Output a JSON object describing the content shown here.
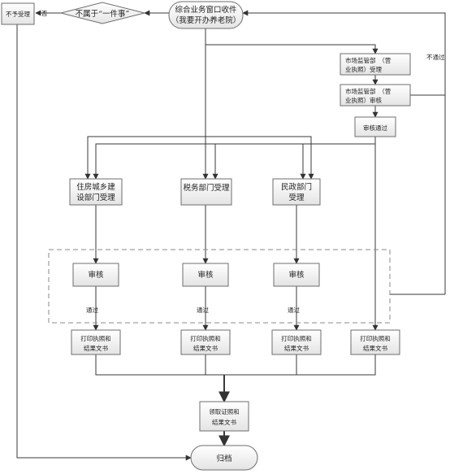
{
  "start": {
    "line1": "综合业务窗口收件",
    "line2": "（我要开办养老院）"
  },
  "decision": {
    "label": "不属于“一件事”",
    "no_label": "否"
  },
  "reject": {
    "label": "不予受理"
  },
  "market": {
    "accept_line1": "市场监管部　（营",
    "accept_line2": "业执照）受理",
    "review_line1": "市场监管部　（营",
    "review_line2": "业执照）审核",
    "pass": "审核通过",
    "fail_label": "不通过"
  },
  "housing": {
    "line1": "住房城乡建",
    "line2": "设部门受理"
  },
  "tax": {
    "line1": "税务部门受理"
  },
  "civil": {
    "line1": "民政部门",
    "line2": "受理"
  },
  "review_label": "审核",
  "pass_label": "通过",
  "print": {
    "line1": "打印执照和",
    "line2": "结果文书"
  },
  "collect": {
    "line1": "领取证照和",
    "line2": "结果文书"
  },
  "archive": {
    "label": "归档"
  }
}
